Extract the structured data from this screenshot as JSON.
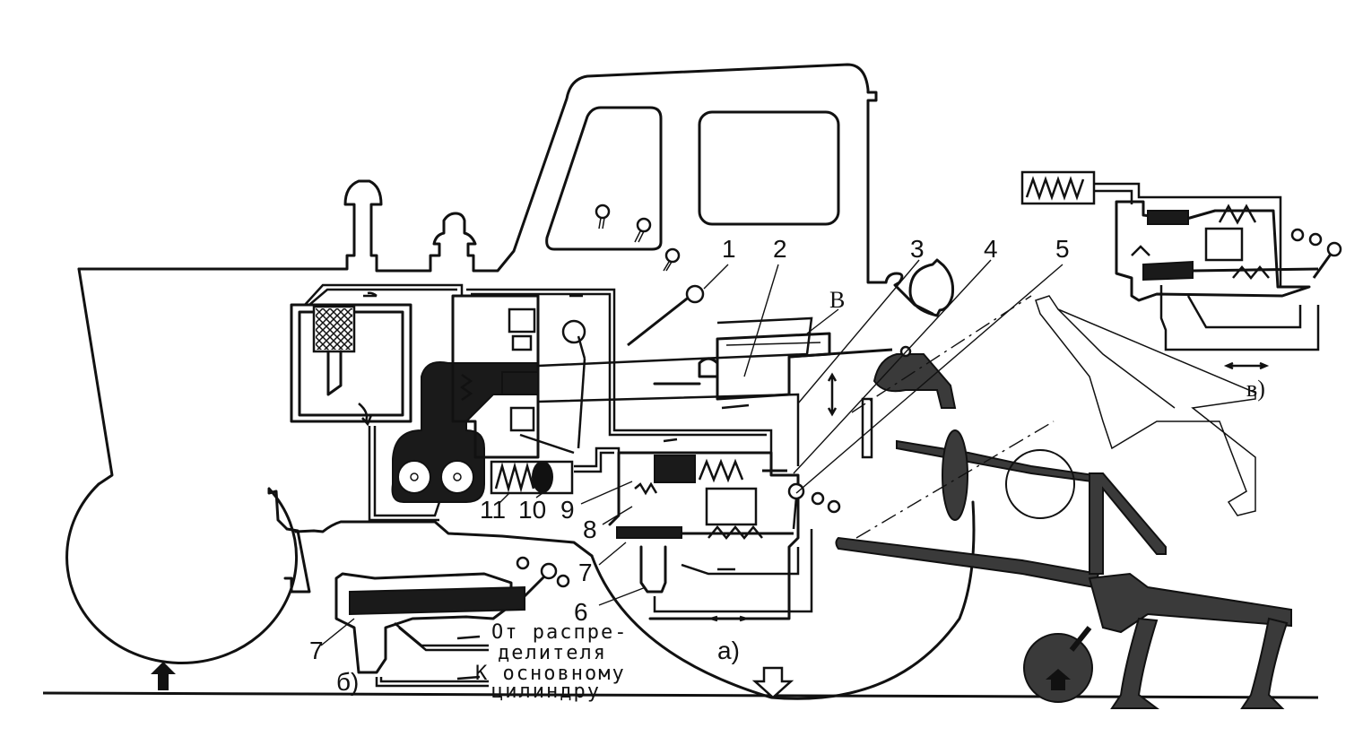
{
  "diagram": {
    "title": "Tractor hydraulic power-lift system schematic",
    "callouts": [
      {
        "id": "1",
        "text": "1"
      },
      {
        "id": "2",
        "text": "2"
      },
      {
        "id": "3",
        "text": "3"
      },
      {
        "id": "4",
        "text": "4"
      },
      {
        "id": "5",
        "text": "5"
      },
      {
        "id": "6",
        "text": "6"
      },
      {
        "id": "7",
        "text": "7"
      },
      {
        "id": "8",
        "text": "8"
      },
      {
        "id": "9",
        "text": "9"
      },
      {
        "id": "10",
        "text": "10"
      },
      {
        "id": "11",
        "text": "11"
      }
    ],
    "callout_7_detail": "7",
    "point_label": "B",
    "subfigures": {
      "a": "a)",
      "b": "б)",
      "v": "в)"
    },
    "flow_labels": {
      "from_distributor_line1": "От распре-",
      "from_distributor_line2": "делителя",
      "to_main_cylinder_line1": "К основному",
      "to_main_cylinder_line2": "цилиндру"
    }
  }
}
